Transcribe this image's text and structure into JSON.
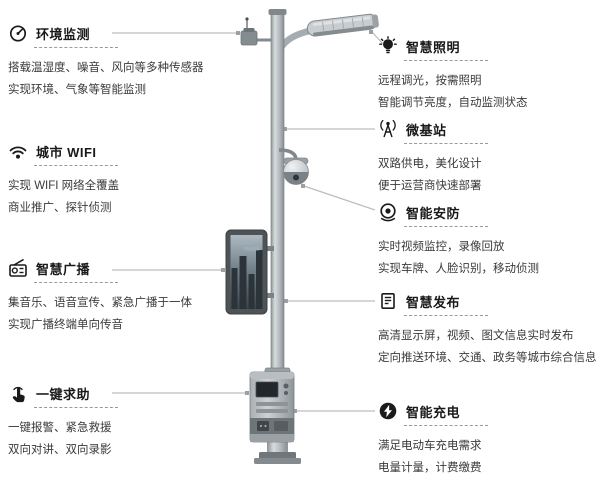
{
  "colors": {
    "background": "#ffffff",
    "icon": "#1a1a1a",
    "title_text": "#191919",
    "body_text": "#3a3a3a",
    "leader_line": "#bdbdbd",
    "pole_gray": "#b4babe"
  },
  "left": [
    {
      "title": "环境监测",
      "icon": "gauge-sensor-icon",
      "lines": [
        "搭载温湿度、噪音、风向等多种传感器",
        "实现环境、气象等智能监测"
      ]
    },
    {
      "title": "城市 WIFI",
      "icon": "wifi-icon",
      "lines": [
        "实现 WIFI 网络全覆盖",
        "商业推广、探针侦测"
      ]
    },
    {
      "title": "智慧广播",
      "icon": "radio-icon",
      "lines": [
        "集音乐、语音宣传、紧急广播于一体",
        "实现广播终端单向传音"
      ]
    },
    {
      "title": "一键求助",
      "icon": "hand-press-icon",
      "lines": [
        "一键报警、紧急救援",
        "双向对讲、双向录影"
      ]
    }
  ],
  "right": [
    {
      "title": "智慧照明",
      "icon": "bulb-icon",
      "lines": [
        "远程调光，按需照明",
        "智能调节亮度，自动监测状态"
      ]
    },
    {
      "title": "微基站",
      "icon": "antenna-icon",
      "lines": [
        "双路供电，美化设计",
        "便于运营商快速部署"
      ]
    },
    {
      "title": "智能安防",
      "icon": "camera-lens-icon",
      "lines": [
        "实时视频监控，录像回放",
        "实现车牌、人脸识别，移动侦测"
      ]
    },
    {
      "title": "智慧发布",
      "icon": "bulletin-icon",
      "lines": [
        "高清显示屏，视频、图文信息实时发布",
        "定向推送环境、交通、政务等城市综合信息"
      ]
    },
    {
      "title": "智能充电",
      "icon": "charging-icon",
      "lines": [
        "满足电动车充电需求",
        "电量计量，计费缴费"
      ]
    }
  ]
}
